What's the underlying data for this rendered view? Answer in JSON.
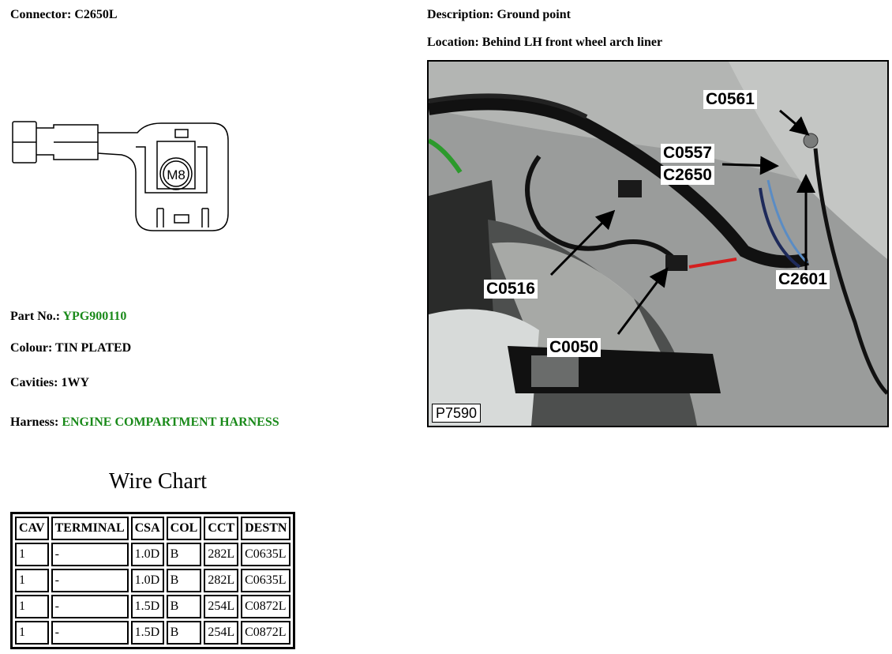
{
  "connector": {
    "label": "Connector:",
    "value": "C2650L"
  },
  "description": {
    "label": "Description:",
    "value": "Ground point"
  },
  "location": {
    "label": "Location:",
    "value": "Behind LH front wheel arch liner"
  },
  "drawing": {
    "stud_label": "M8"
  },
  "part_no": {
    "label": "Part No.:",
    "value": "YPG900110"
  },
  "colour": {
    "label": "Colour:",
    "value": "TIN PLATED"
  },
  "cavities": {
    "label": "Cavities:",
    "value": "1WY"
  },
  "harness": {
    "label": "Harness:",
    "value": "ENGINE COMPARTMENT HARNESS"
  },
  "accent_green": "#1a8a1a",
  "wire_chart": {
    "title": "Wire Chart",
    "headers": [
      "CAV",
      "TERMINAL",
      "CSA",
      "COL",
      "CCT",
      "DESTN"
    ],
    "rows": [
      [
        "1",
        "-",
        "1.0D",
        "B",
        "282L",
        "C0635L"
      ],
      [
        "1",
        "-",
        "1.0D",
        "B",
        "282L",
        "C0635L"
      ],
      [
        "1",
        "-",
        "1.5D",
        "B",
        "254L",
        "C0872L"
      ],
      [
        "1",
        "-",
        "1.5D",
        "B",
        "254L",
        "C0872L"
      ]
    ]
  },
  "photo": {
    "code": "P7590",
    "callouts": {
      "c0561": "C0561",
      "c0557": "C0557",
      "c2650": "C2650",
      "c0516": "C0516",
      "c2601": "C2601",
      "c0050": "C0050"
    }
  }
}
